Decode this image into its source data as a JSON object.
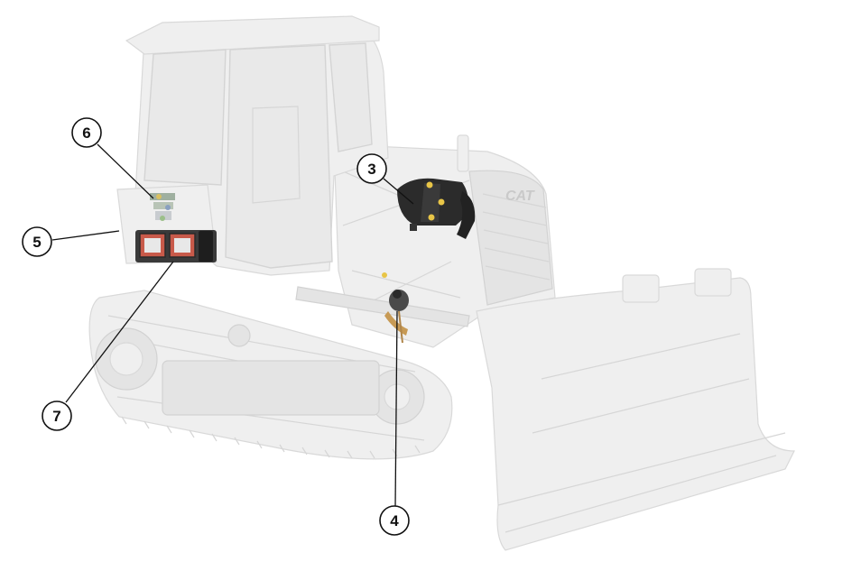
{
  "colors": {
    "background": "#ffffff",
    "ghost_body": "#efefef",
    "highlight_dark": "#2b2b2b",
    "highlight_accent": "#e8c547",
    "callout_stroke": "#111111"
  },
  "callouts": [
    {
      "id": "c3",
      "label": "3"
    },
    {
      "id": "c4",
      "label": "4"
    },
    {
      "id": "c5",
      "label": "5"
    },
    {
      "id": "c6",
      "label": "6"
    },
    {
      "id": "c7",
      "label": "7"
    }
  ],
  "logo": {
    "text": "CAT"
  }
}
